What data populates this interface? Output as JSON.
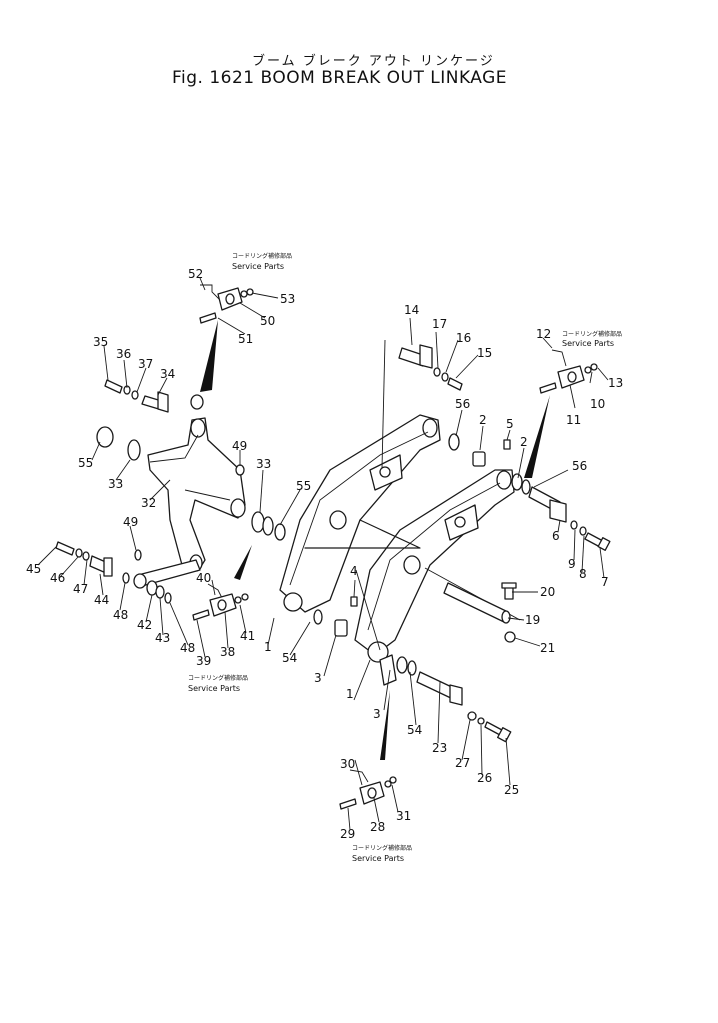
{
  "title_jp": "ブーム ブレーク アウト リンケージ",
  "title_en": "Fig. 1621 BOOM BREAK OUT LINKAGE",
  "service_kits": [
    {
      "jp": "コードリング補修部品",
      "en": "Service Parts"
    },
    {
      "jp": "コードリング補修部品",
      "en": "Service Parts"
    },
    {
      "jp": "コードリング補修部品",
      "en": "Service Parts"
    },
    {
      "jp": "コードリング補修部品",
      "en": "Service Parts"
    }
  ],
  "callouts": {
    "c1a": "1",
    "c1b": "1",
    "c2a": "2",
    "c2b": "2",
    "c3a": "3",
    "c3b": "3",
    "c4": "4",
    "c5": "5",
    "c6": "6",
    "c7": "7",
    "c8": "8",
    "c9": "9",
    "c10": "10",
    "c11": "11",
    "c12": "12",
    "c13": "13",
    "c14": "14",
    "c15": "15",
    "c16": "16",
    "c17": "17",
    "c19": "19",
    "c20": "20",
    "c21": "21",
    "c23": "23",
    "c25": "25",
    "c26": "26",
    "c27": "27",
    "c28": "28",
    "c29": "29",
    "c30": "30",
    "c31": "31",
    "c32": "32",
    "c33a": "33",
    "c33b": "33",
    "c34": "34",
    "c35": "35",
    "c36": "36",
    "c37": "37",
    "c38": "38",
    "c39": "39",
    "c40": "40",
    "c41": "41",
    "c42": "42",
    "c43": "43",
    "c44": "44",
    "c45": "45",
    "c46": "46",
    "c47": "47",
    "c48a": "48",
    "c48b": "48",
    "c49a": "49",
    "c49b": "49",
    "c50": "50",
    "c51": "51",
    "c52": "52",
    "c53": "53",
    "c54a": "54",
    "c54b": "54",
    "c55a": "55",
    "c55b": "55",
    "c56a": "56",
    "c56b": "56"
  }
}
